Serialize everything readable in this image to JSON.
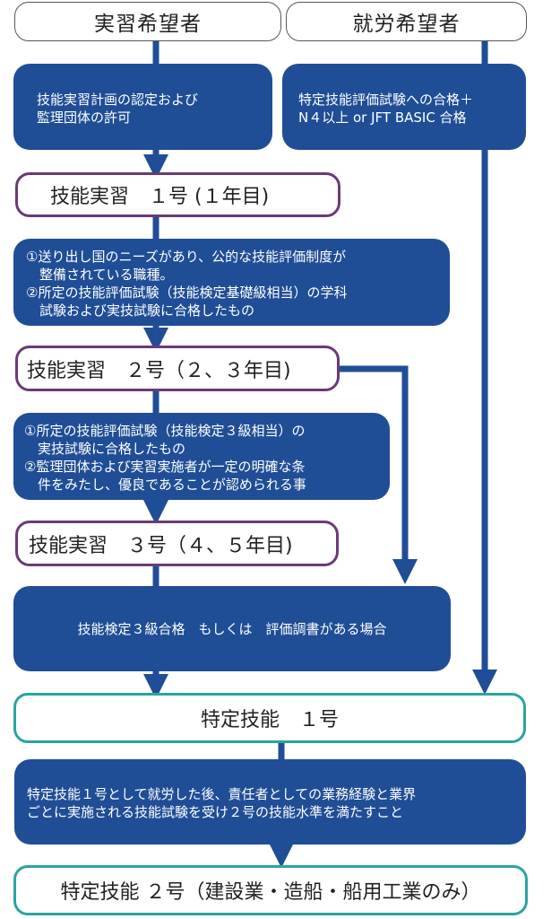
{
  "headers": {
    "trainee": "実習希望者",
    "worker": "就労希望者"
  },
  "boxes": {
    "trainee_req": [
      "技能実習計画の認定および",
      "監理団体の許可"
    ],
    "worker_req": [
      "特定技能評価試験への合格＋",
      "N４以上 or JFT BASIC 合格"
    ],
    "stage1_cond": [
      "①送り出し国のニーズがあり、公的な技能評価制度が",
      "　整備されている職種。",
      "②所定の技能評価試験（技能検定基礎級相当）の学科",
      "　試験および実技試験に合格したもの"
    ],
    "stage2_cond": [
      "①所定の技能評価試験（技能検定３級相当）の",
      "　実技試験に合格したもの",
      "②監理団体および実習実施者が一定の明確な条",
      "　件をみたし、優良であることが認められる事"
    ],
    "stage3_cond": [
      "技能検定３級合格　もしくは　評価調書がある場合"
    ],
    "ssw1_cond": [
      "特定技能１号として就労した後、責任者としての業務経験と業界",
      "ごとに実施される技能試験を受け２号の技能水準を満たすこと"
    ]
  },
  "stages": {
    "tit1": "技能実習　１号 (１年目)",
    "tit2": "技能実習　２号（２、３年目)",
    "tit3": "技能実習　３号（４、５年目)",
    "ssw1": "特定技能　１号",
    "ssw2": "特定技能 ２号（建設業・造船・船用工業のみ）"
  },
  "colors": {
    "box_fill": "#1f4e96",
    "arrow": "#1f4e96",
    "trainee_border": "#6b3a78",
    "ssw_border": "#2aa4a0"
  }
}
